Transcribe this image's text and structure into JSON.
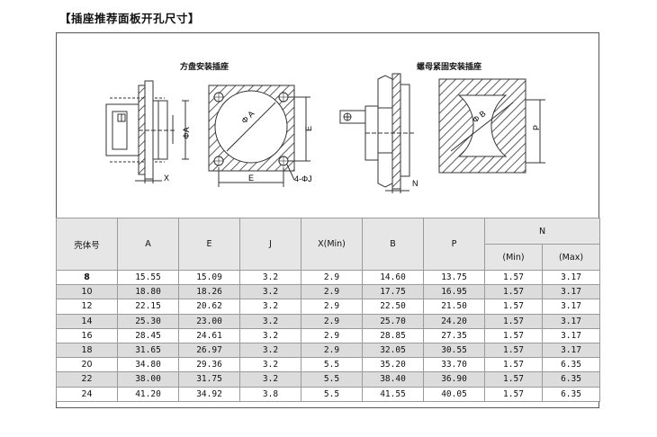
{
  "title": "【插座推荐面板开孔尺寸】",
  "diagram": {
    "left_caption": "方盘安装插座",
    "right_caption": "螺母紧固安装插座",
    "labels": {
      "phi_a_side": "ΦA",
      "x": "X",
      "phi_a_panel": "Φ A",
      "e_right": "E",
      "e_bottom": "E",
      "four_phi_j": "4-ΦJ",
      "phi_b": "Φ B",
      "p": "P",
      "n": "N"
    }
  },
  "table": {
    "headers": {
      "shell": "壳体号",
      "a": "A",
      "e": "E",
      "j": "J",
      "x": "X(Min)",
      "b": "B",
      "p": "P",
      "n": "N",
      "n_min": "(Min)",
      "n_max": "(Max)"
    },
    "rows": [
      [
        "8",
        "15.55",
        "15.09",
        "3.2",
        "2.9",
        "14.60",
        "13.75",
        "1.57",
        "3.17"
      ],
      [
        "10",
        "18.80",
        "18.26",
        "3.2",
        "2.9",
        "17.75",
        "16.95",
        "1.57",
        "3.17"
      ],
      [
        "12",
        "22.15",
        "20.62",
        "3.2",
        "2.9",
        "22.50",
        "21.50",
        "1.57",
        "3.17"
      ],
      [
        "14",
        "25.30",
        "23.00",
        "3.2",
        "2.9",
        "25.70",
        "24.20",
        "1.57",
        "3.17"
      ],
      [
        "16",
        "28.45",
        "24.61",
        "3.2",
        "2.9",
        "28.85",
        "27.35",
        "1.57",
        "3.17"
      ],
      [
        "18",
        "31.65",
        "26.97",
        "3.2",
        "2.9",
        "32.05",
        "30.55",
        "1.57",
        "3.17"
      ],
      [
        "20",
        "34.80",
        "29.36",
        "3.2",
        "5.5",
        "35.20",
        "33.70",
        "1.57",
        "6.35"
      ],
      [
        "22",
        "38.00",
        "31.75",
        "3.2",
        "5.5",
        "38.40",
        "36.90",
        "1.57",
        "6.35"
      ],
      [
        "24",
        "41.20",
        "34.92",
        "3.8",
        "5.5",
        "41.55",
        "40.05",
        "1.57",
        "6.35"
      ]
    ]
  }
}
